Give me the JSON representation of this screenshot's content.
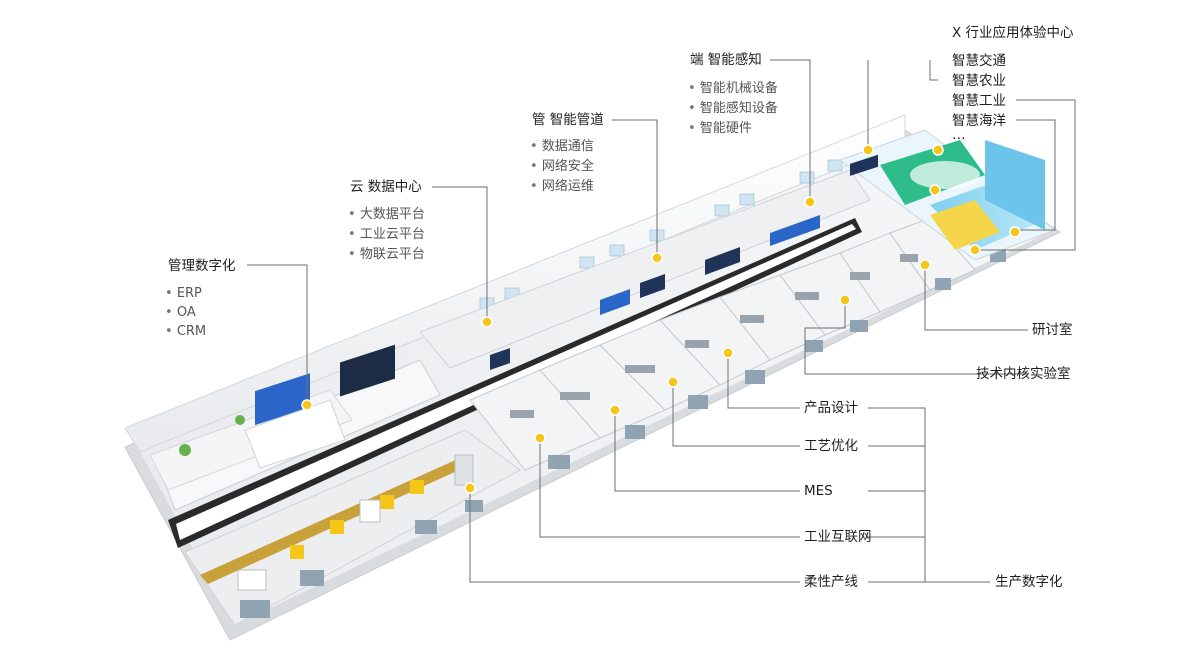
{
  "colors": {
    "accent": "#F5C518",
    "leader": "#6e6e6e",
    "floor": "#f1f2f3",
    "wall": "#ffffff",
    "screen": "#2a66c8",
    "garden": "#2ebd8a"
  },
  "icons": [
    "dot-marker-icon"
  ],
  "cloud": {
    "title": "云  数据中心",
    "items": [
      "大数据平台",
      "工业云平台",
      "物联云平台"
    ]
  },
  "pipe": {
    "title": "管  智能管道",
    "items": [
      "数据通信",
      "网络安全",
      "网络运维"
    ]
  },
  "edge": {
    "title": "端  智能感知",
    "items": [
      "智能机械设备",
      "智能感知设备",
      "智能硬件"
    ]
  },
  "management": {
    "title": "管理数字化",
    "items": [
      "ERP",
      "OA",
      "CRM"
    ]
  },
  "industry": {
    "title": "X 行业应用体验中心",
    "items": [
      "智慧交通",
      "智慧农业",
      "智慧工业",
      "智慧海洋",
      "…"
    ]
  },
  "rooms": {
    "seminar": "研讨室",
    "core_lab": "技术内核实验室"
  },
  "production": {
    "items": [
      "产品设计",
      "工艺优化",
      "MES",
      "工业互联网",
      "柔性产线"
    ],
    "group": "生产数字化"
  }
}
